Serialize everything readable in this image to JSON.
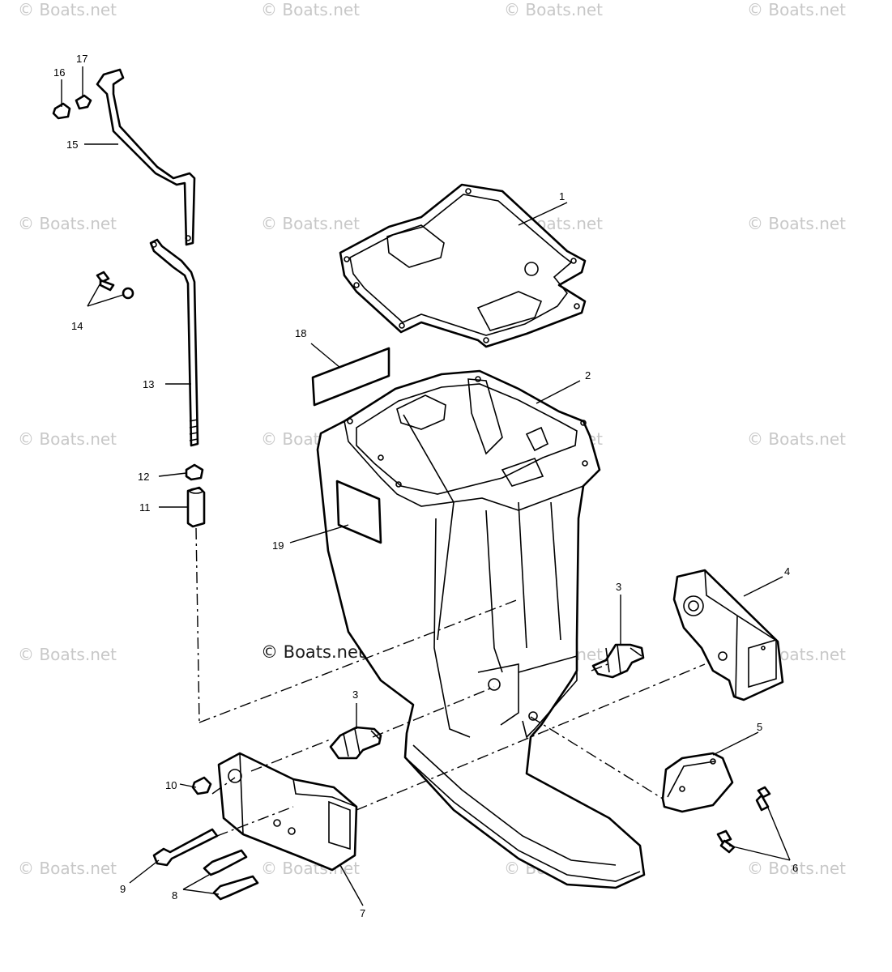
{
  "watermark": "© Boats.net",
  "center_watermark": "© Boats.net",
  "labels": {
    "p1": "1",
    "p2": "2",
    "p3a": "3",
    "p3b": "3",
    "p4": "4",
    "p5": "5",
    "p6": "6",
    "p7": "7",
    "p8": "8",
    "p9": "9",
    "p10": "10",
    "p11": "11",
    "p12": "12",
    "p13": "13",
    "p14": "14",
    "p15": "15",
    "p16": "16",
    "p17": "17",
    "p18": "18",
    "p19": "19"
  }
}
